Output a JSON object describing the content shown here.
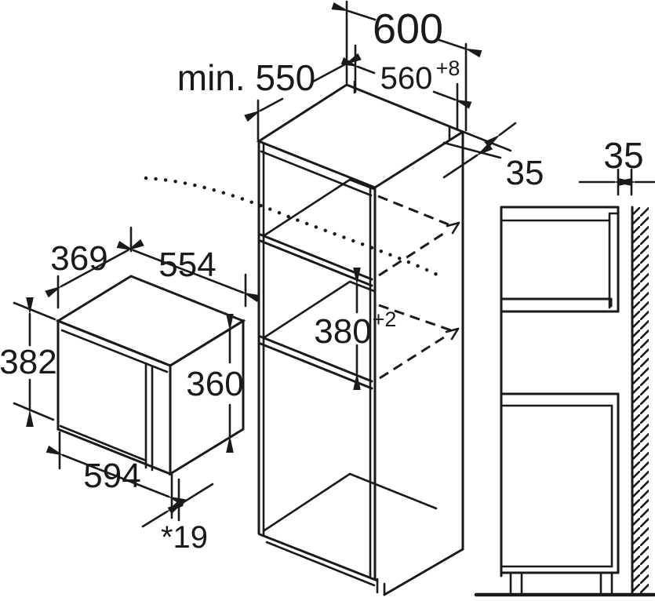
{
  "colors": {
    "line": "#1a1a1a",
    "background": "#ffffff"
  },
  "labels": {
    "cabinet_outer_width": "600",
    "cabinet_min_depth": "min. 550",
    "niche_width": "560",
    "niche_width_tolerance": "+8",
    "top_rear_wall_gap": "35",
    "side_view_wall_gap": "35",
    "niche_height": "380",
    "niche_height_tolerance": "+2",
    "appliance_depth": "369",
    "appliance_body_width": "554",
    "appliance_total_height": "382",
    "appliance_front_height": "360",
    "appliance_total_width": "594",
    "door_projection": "*19"
  }
}
